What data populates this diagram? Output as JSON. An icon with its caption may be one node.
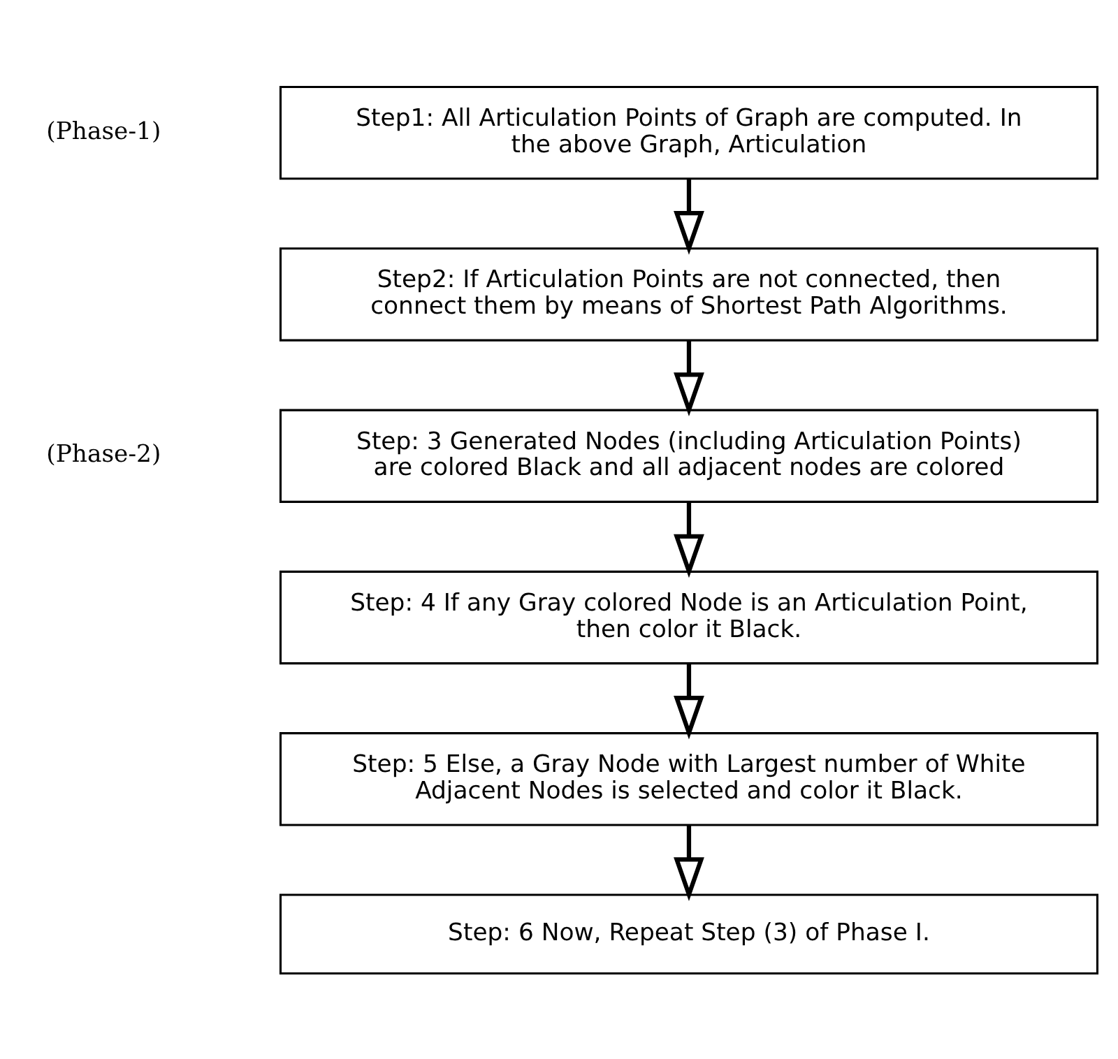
{
  "diagram": {
    "nodes": [
      {
        "text": [
          "Step1: All Articulation Points of Graph are computed. In the above Graph, Articulation"
        ]
      },
      {
        "text": [
          "Step2: If Articulation Points are not connected, then connect them by means of Shortest Path Algorithms."
        ]
      },
      {
        "text": [
          "Step: 3 Generated Nodes (including Articulation Points) are colored Black and all adjacent nodes are colored"
        ]
      },
      {
        "text": [
          "Step: 4 If any Gray colored Node is an Articulation Point, then color it Black."
        ]
      },
      {
        "text": [
          "Step: 5 Else, a Gray Node with Largest number of White Adjacent Nodes is selected and color it Black."
        ]
      },
      {
        "text": [
          "Step: 6 Now, Repeat Step (3) of Phase I."
        ]
      }
    ],
    "edges": [
      {
        "from": 0,
        "to": 1,
        "arrow": "to"
      },
      {
        "from": 1,
        "to": 2,
        "arrow": "to"
      },
      {
        "from": 2,
        "to": 3,
        "arrow": "to"
      },
      {
        "from": 3,
        "to": 4,
        "arrow": "to"
      },
      {
        "from": 4,
        "to": 5,
        "arrow": "to"
      }
    ],
    "labels": [
      "(Phase-1)",
      "(Phase-2)"
    ]
  }
}
